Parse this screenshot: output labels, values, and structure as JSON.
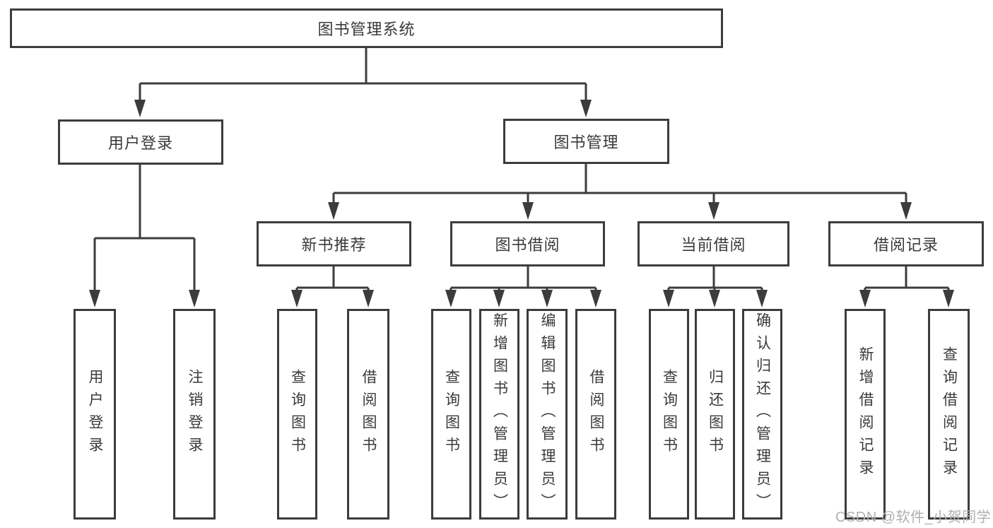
{
  "diagram": {
    "root": {
      "label": "图书管理系统"
    },
    "level2": [
      "用户登录",
      "图书管理"
    ],
    "level3": [
      "新书推荐",
      "图书借阅",
      "当前借阅",
      "借阅记录"
    ],
    "leaves": {
      "user": [
        "用户登录",
        "注销登录"
      ],
      "recommend": [
        "查询图书",
        "借阅图书"
      ],
      "borrow": [
        "查询图书",
        "新增图书（管理员）",
        "编辑图书（管理员）",
        "借阅图书"
      ],
      "current": [
        "查询图书",
        "归还图书",
        "确认归还（管理员）"
      ],
      "records": [
        "新增借阅记录",
        "查询借阅记录"
      ]
    }
  },
  "watermark": {
    "text": "CSDN @软件_小贺同学"
  },
  "colors": {
    "line": "#3c3c3c",
    "text": "#3a3a3a",
    "watermark": "#b0b0b0",
    "background": "#ffffff"
  }
}
